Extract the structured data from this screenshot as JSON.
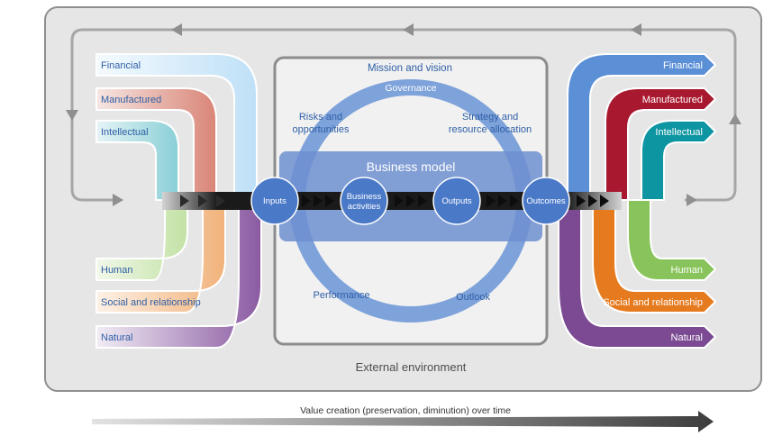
{
  "diagram": {
    "center": {
      "mission": "Mission and vision",
      "governance": "Governance",
      "risks_line1": "Risks and",
      "risks_line2": "opportunities",
      "strategy_line1": "Strategy and",
      "strategy_line2": "resource allocation",
      "business_model": "Business model",
      "performance": "Performance",
      "outlook": "Outlook"
    },
    "nodes": {
      "inputs": "Inputs",
      "activities_line1": "Business",
      "activities_line2": "activities",
      "outputs": "Outputs",
      "outcomes": "Outcomes"
    },
    "inputs": [
      "Financial",
      "Manufactured",
      "Intellectual",
      "Human",
      "Social and relationship",
      "Natural"
    ],
    "outcomes": [
      "Financial",
      "Manufactured",
      "Intellectual",
      "Human",
      "Social and relationship",
      "Natural"
    ],
    "environment": "External environment",
    "timeline": "Value creation (preservation, diminution) over time",
    "colors": {
      "financial": "#5b8fd6",
      "manufactured": "#a8192f",
      "intellectual": "#0e95a2",
      "human": "#88c45b",
      "social": "#e57a1e",
      "natural": "#7b4a92",
      "blue_text": "#2e5fa6"
    }
  }
}
